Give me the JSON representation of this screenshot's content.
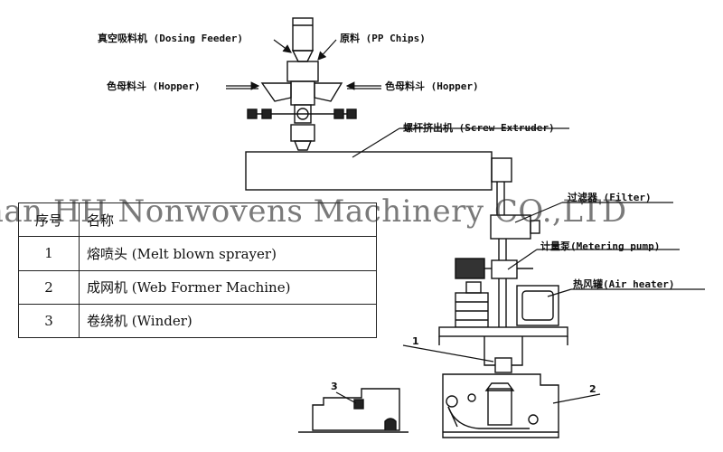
{
  "labels": {
    "dosing_feeder": "真空吸料机 (Dosing Feeder)",
    "raw_material": "原料 (PP Chips)",
    "hopper_left": "色母料斗 (Hopper)",
    "hopper_right": "色母料斗 (Hopper)",
    "screw_extruder": "螺杆挤出机 (Screw Extruder)",
    "filter": "过滤器 (Filter)",
    "metering_pump": "计量泵(Metering pump)",
    "air_heater": "热风罐(Air heater)",
    "callout_1": "1",
    "callout_2": "2",
    "callout_3": "3"
  },
  "watermark": "han HH Nonwovens Machinery CO.,LTD",
  "legend_table": {
    "headers": [
      "序号",
      "名称"
    ],
    "rows": [
      {
        "no": "1",
        "name": "熔喷头 (Melt blown sprayer)"
      },
      {
        "no": "2",
        "name": "成网机 (Web Former Machine)"
      },
      {
        "no": "3",
        "name": "卷绕机 (Winder)"
      }
    ]
  }
}
